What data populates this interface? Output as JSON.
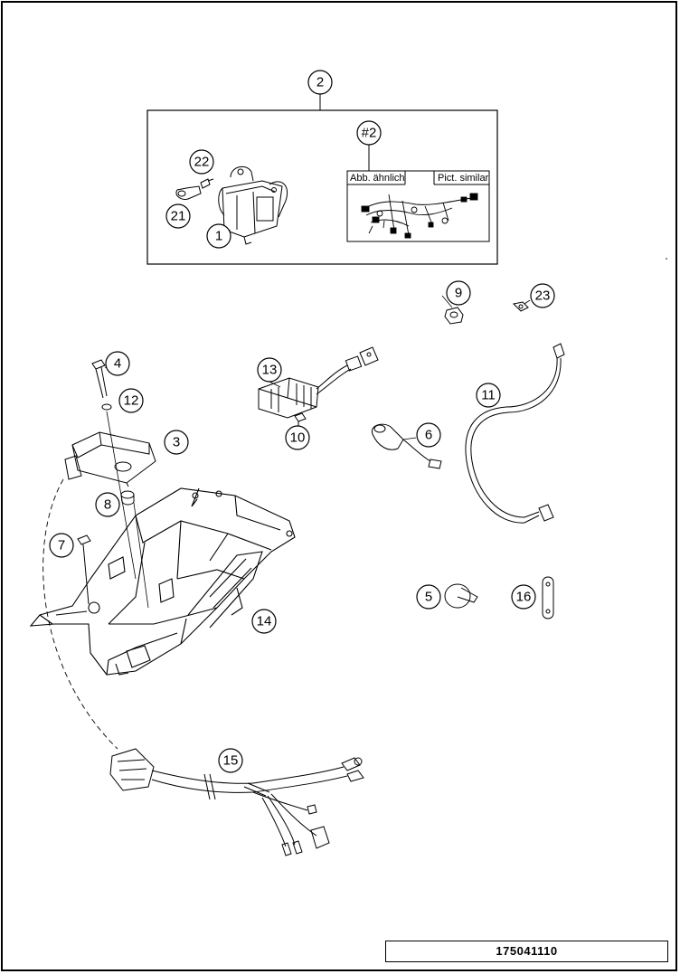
{
  "kit": {
    "note_left": "Abb. ähnlich",
    "note_right": "Pict. similar",
    "diagram_label": "#2"
  },
  "callouts": [
    "1",
    "2",
    "3",
    "4",
    "5",
    "6",
    "7",
    "8",
    "9",
    "10",
    "11",
    "12",
    "13",
    "14",
    "15",
    "16",
    "21",
    "22",
    "23"
  ],
  "footer": {
    "part_number": "175041110"
  }
}
